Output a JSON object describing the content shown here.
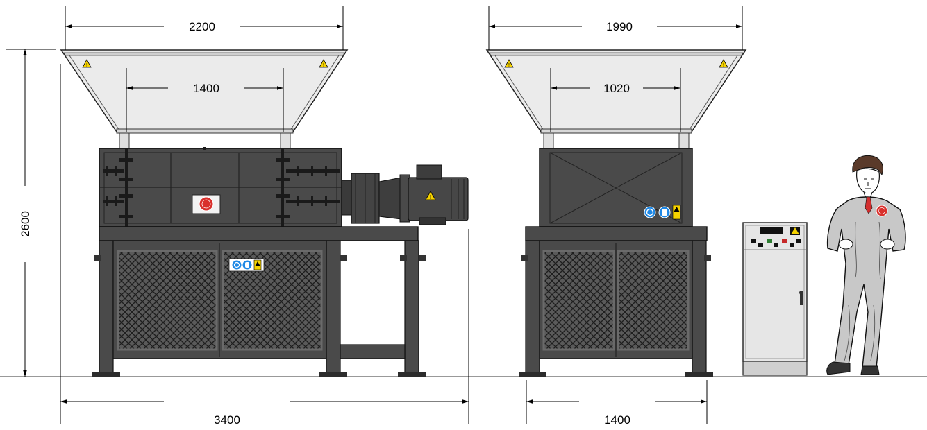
{
  "dimensions": {
    "side_top_width": "2200",
    "side_hopper_inner": "1400",
    "front_top_width": "1990",
    "front_hopper_inner": "1020",
    "total_height": "2600",
    "side_total_length": "3400",
    "front_base_width": "1400"
  },
  "colors": {
    "machine_body": "#4a4a4a",
    "machine_dark": "#3a3a3a",
    "hopper_fill": "#e8e8e8",
    "cabinet_fill": "#dcdcdc",
    "warning_yellow": "#f5d200",
    "info_blue": "#1e88e5",
    "coverall_grey": "#c8c8c8",
    "tie_red": "#d32f2f",
    "logo_red": "#d9302c"
  },
  "icons": [
    "warning-triangle-icon",
    "mandatory-info-icon",
    "glove-icon",
    "brand-logo-icon"
  ]
}
